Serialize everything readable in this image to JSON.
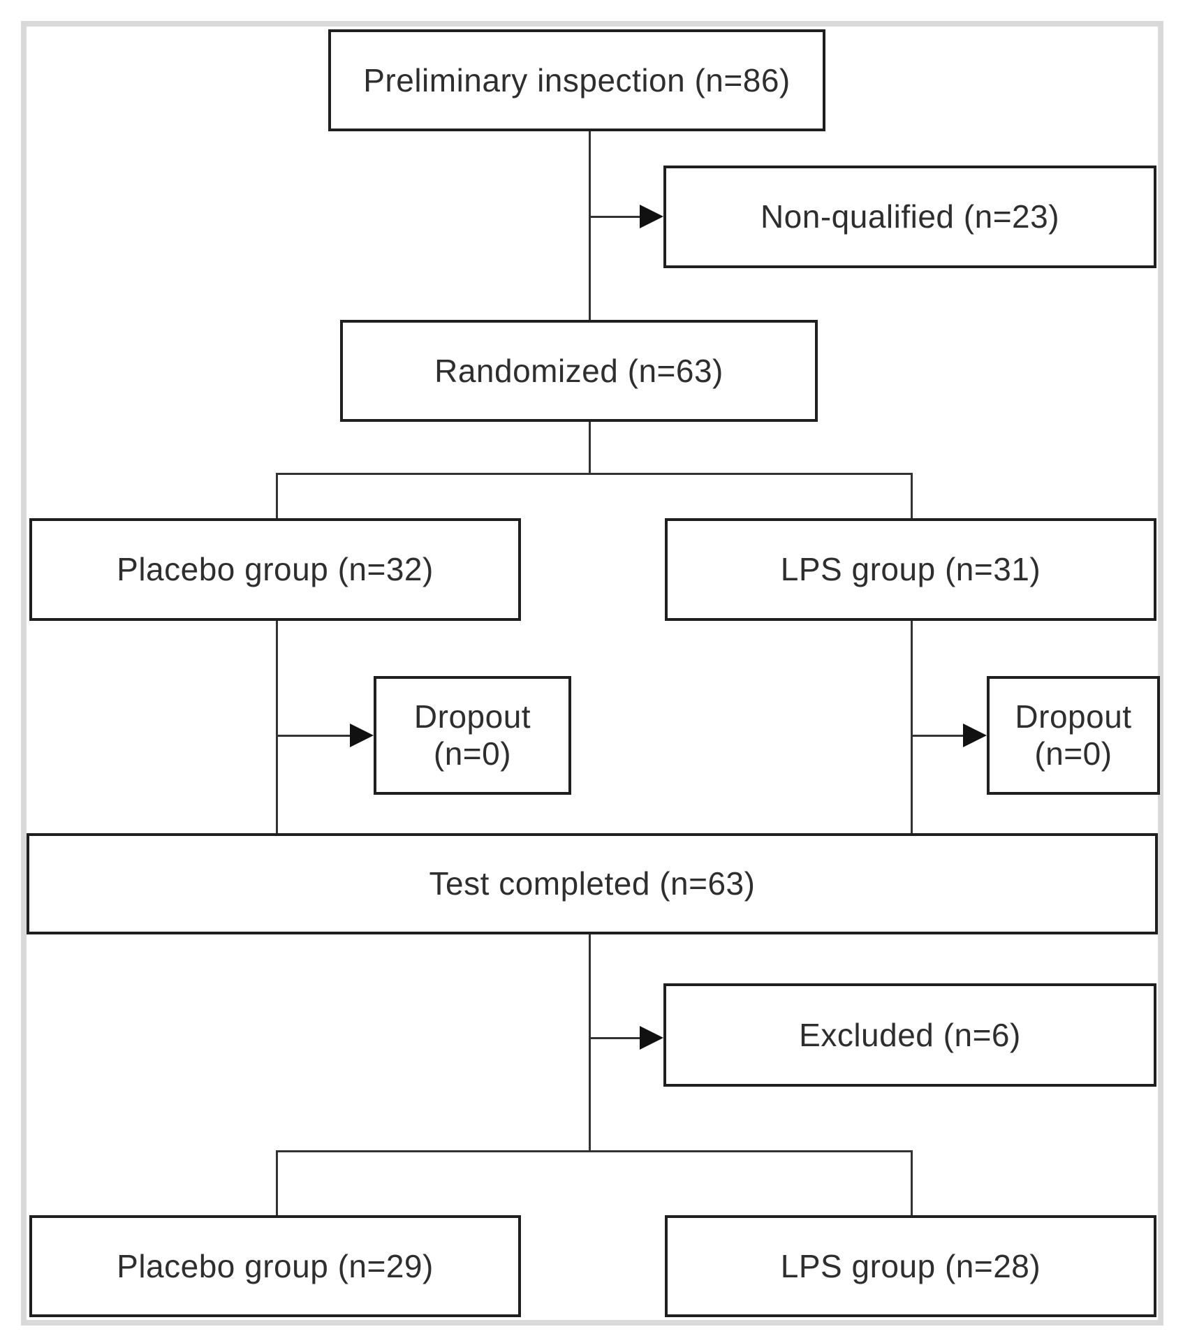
{
  "diagram": {
    "type": "flowchart",
    "description": "Participant flow diagram of a randomized clinical trial comparing Placebo and LPS groups",
    "nodes": {
      "preliminary": {
        "label": "Preliminary inspection (n=86)",
        "n": 86
      },
      "non_qualified": {
        "label": "Non-qualified (n=23)",
        "n": 23
      },
      "randomized": {
        "label": "Randomized (n=63)",
        "n": 63
      },
      "placebo_initial": {
        "label": "Placebo group (n=32)",
        "n": 32
      },
      "lps_initial": {
        "label": "LPS group (n=31)",
        "n": 31
      },
      "dropout_placebo": {
        "line1": "Dropout",
        "line2": "(n=0)",
        "n": 0
      },
      "dropout_lps": {
        "line1": "Dropout",
        "line2": "(n=0)",
        "n": 0
      },
      "test_completed": {
        "label": "Test completed (n=63)",
        "n": 63
      },
      "excluded": {
        "label": "Excluded (n=6)",
        "n": 6
      },
      "placebo_final": {
        "label": "Placebo group (n=29)",
        "n": 29
      },
      "lps_final": {
        "label": "LPS group (n=28)",
        "n": 28
      }
    },
    "edges": [
      "preliminary -> non_qualified (arrow)",
      "preliminary -> randomized",
      "randomized -> placebo_initial",
      "randomized -> lps_initial",
      "placebo_initial -> dropout_placebo (arrow)",
      "lps_initial -> dropout_lps (arrow)",
      "placebo_initial -> test_completed",
      "lps_initial -> test_completed",
      "test_completed -> excluded (arrow)",
      "test_completed -> placebo_final",
      "test_completed -> lps_final"
    ],
    "colors": {
      "background": "#ffffff",
      "box_border": "#1f1f1f",
      "connector_line": "#333333",
      "arrowhead": "#111111",
      "outer_frame": "#d9d9d9",
      "text": "#2e2e2e"
    }
  }
}
